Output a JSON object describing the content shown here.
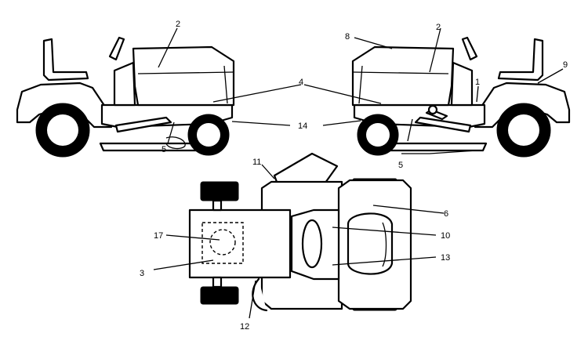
{
  "callouts": {
    "c1": "1",
    "c2": "2",
    "c3": "3",
    "c4": "4",
    "c5": "5",
    "c6": "6",
    "c8": "8",
    "c9": "9",
    "c10": "10",
    "c11": "11",
    "c12": "12",
    "c13": "13",
    "c14": "14",
    "c17": "17"
  }
}
